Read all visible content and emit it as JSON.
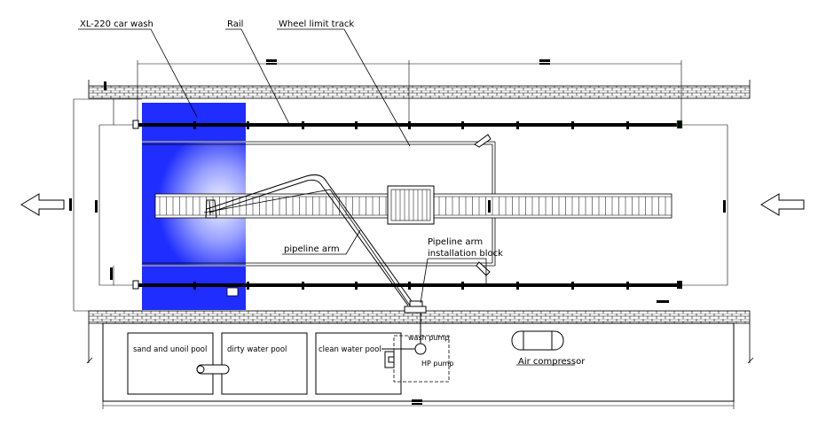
{
  "labels": {
    "car_wash": "XL-220 car wash",
    "rail": "Rail",
    "wheel_track": "Wheel limit track",
    "pipeline_arm": "pipeline arm",
    "install_block_1": "Pipeline arm",
    "install_block_2": "installation block",
    "wash_pump": "wash pump",
    "hp_pump": "HP pump",
    "air_compressor": "Air compressor",
    "pool_sand": "sand and unoil pool",
    "pool_dirty": "dirty water pool",
    "pool_clean": "clean water pool"
  },
  "colors": {
    "wash_unit": "#1f2dff",
    "wash_unit_light": "#ffffff",
    "line": "#000000"
  },
  "icons": {
    "exit": "arrow-left-icon",
    "entry": "arrow-left-icon"
  }
}
